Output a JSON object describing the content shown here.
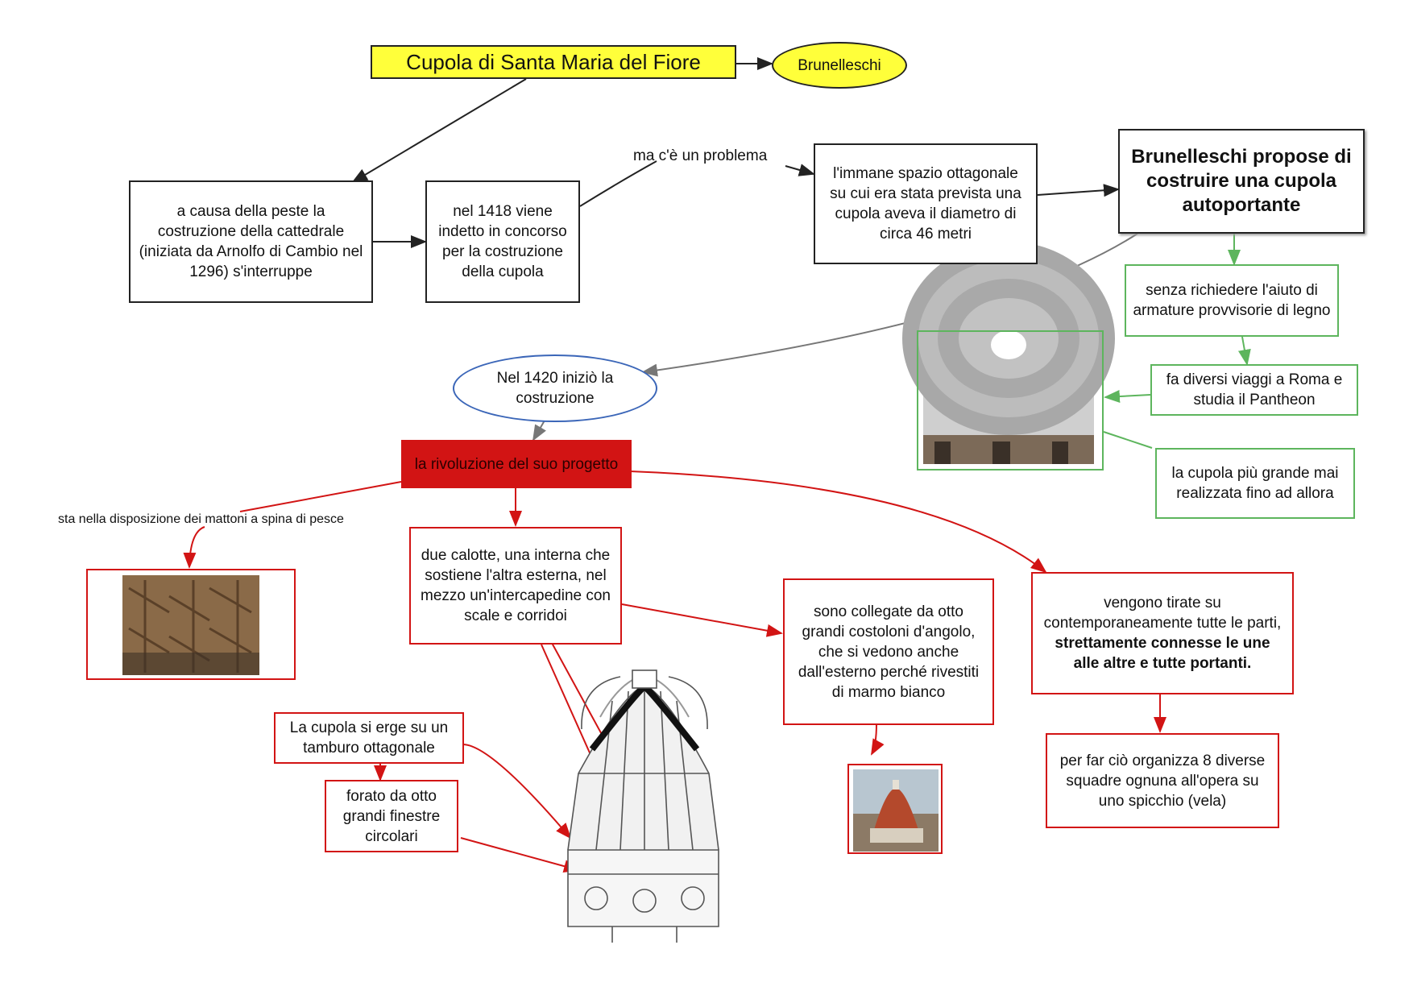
{
  "colors": {
    "title_bg": "#ffff3a",
    "accent_red": "#d21414",
    "accent_green": "#5db55d",
    "oval_blue": "#3b66b8"
  },
  "title": "Cupola di Santa Maria del Fiore",
  "author": "Brunelleschi",
  "nodes": {
    "peste": "a causa della peste la costruzione della cattedrale (iniziata da Arnolfo di Cambio nel 1296) s'interruppe",
    "concorso": "nel 1418 viene indetto in concorso per la costruzione della cupola",
    "problema_label": "ma c'è un problema",
    "spazio": "l'immane spazio ottagonale su cui era stata prevista una cupola aveva il diametro di circa 46 metri",
    "proposta": "Brunelleschi propose di costruire una cupola autoportante",
    "armature": "senza richiedere l'aiuto di armature provvisorie di legno",
    "viaggi": "fa diversi viaggi a Roma e studia il Pantheon",
    "cupola_grande": "la cupola più grande mai realizzata fino ad allora",
    "inizio": "Nel 1420 iniziò la costruzione",
    "rivoluzione": "la rivoluzione del suo progetto",
    "mattoni_label": "sta nella disposizione dei mattoni a spina di pesce",
    "calotte": "due calotte, una interna che sostiene l'altra esterna, nel mezzo un'intercapedine con scale e corridoi",
    "costoloni": "sono collegate da otto grandi costoloni d'angolo, che si vedono anche dall'esterno perché rivestiti di marmo bianco",
    "tirate_plain": "vengono tirate su contemporaneamente tutte le parti,",
    "tirate_bold": "strettamente connesse le une alle altre e tutte portanti.",
    "squadre": "per far ciò organizza 8 diverse squadre ognuna all'opera su uno spicchio (vela)",
    "tamburo": "La cupola si erge su un tamburo ottagonale",
    "finestre": "forato da otto grandi finestre circolari"
  }
}
